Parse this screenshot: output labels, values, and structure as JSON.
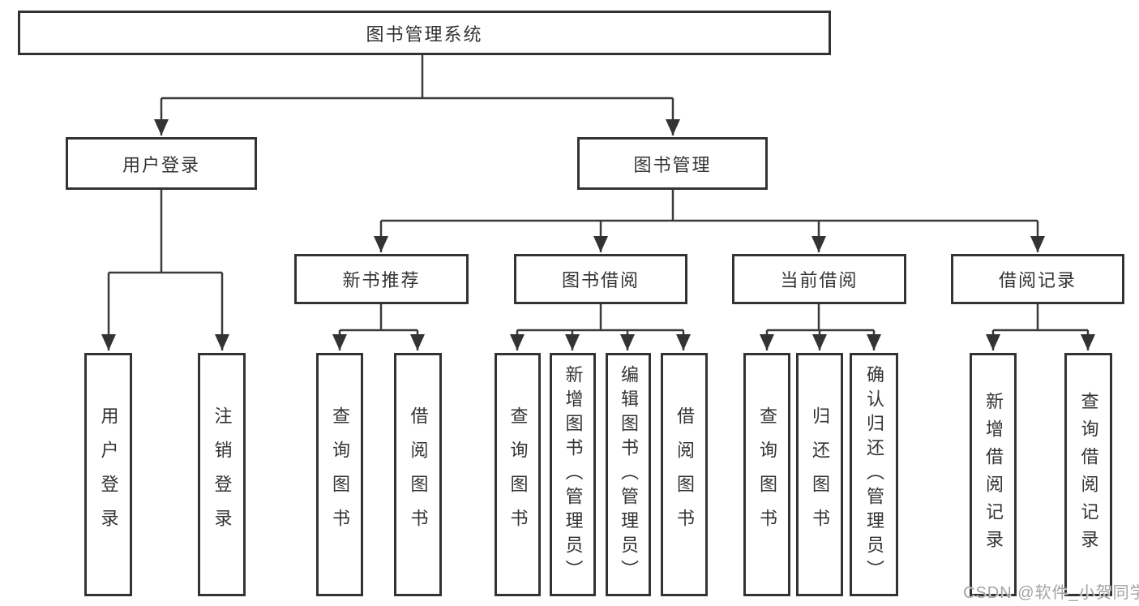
{
  "tree": {
    "label": "图书管理系统",
    "children": [
      {
        "label": "用户登录",
        "children": [
          {
            "label": "用户登录"
          },
          {
            "label": "注销登录"
          }
        ]
      },
      {
        "label": "图书管理",
        "children": [
          {
            "label": "新书推荐",
            "children": [
              {
                "label": "查询图书"
              },
              {
                "label": "借阅图书"
              }
            ]
          },
          {
            "label": "图书借阅",
            "children": [
              {
                "label": "查询图书"
              },
              {
                "label": "新增图书（管理员）"
              },
              {
                "label": "编辑图书（管理员）"
              },
              {
                "label": "借阅图书"
              }
            ]
          },
          {
            "label": "当前借阅",
            "children": [
              {
                "label": "查询图书"
              },
              {
                "label": "归还图书"
              },
              {
                "label": "确认归还（管理员）"
              }
            ]
          },
          {
            "label": "借阅记录",
            "children": [
              {
                "label": "新增借阅记录"
              },
              {
                "label": "查询借阅记录"
              }
            ]
          }
        ]
      }
    ]
  },
  "watermark": {
    "text": "CSDN @软件_小贺同学"
  },
  "colors": {
    "line": "#3a3a3a",
    "border": "#333333",
    "text": "#333333",
    "watermark": "#a3a3a3",
    "background": "#ffffff"
  }
}
